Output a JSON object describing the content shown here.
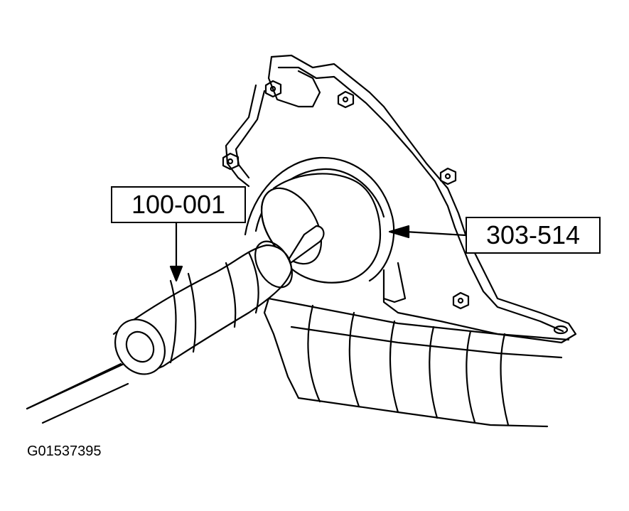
{
  "labels": {
    "tool_left": "100-001",
    "tool_right": "303-514"
  },
  "figure_id": "G01537395",
  "colors": {
    "line": "#000000",
    "background": "#ffffff"
  }
}
